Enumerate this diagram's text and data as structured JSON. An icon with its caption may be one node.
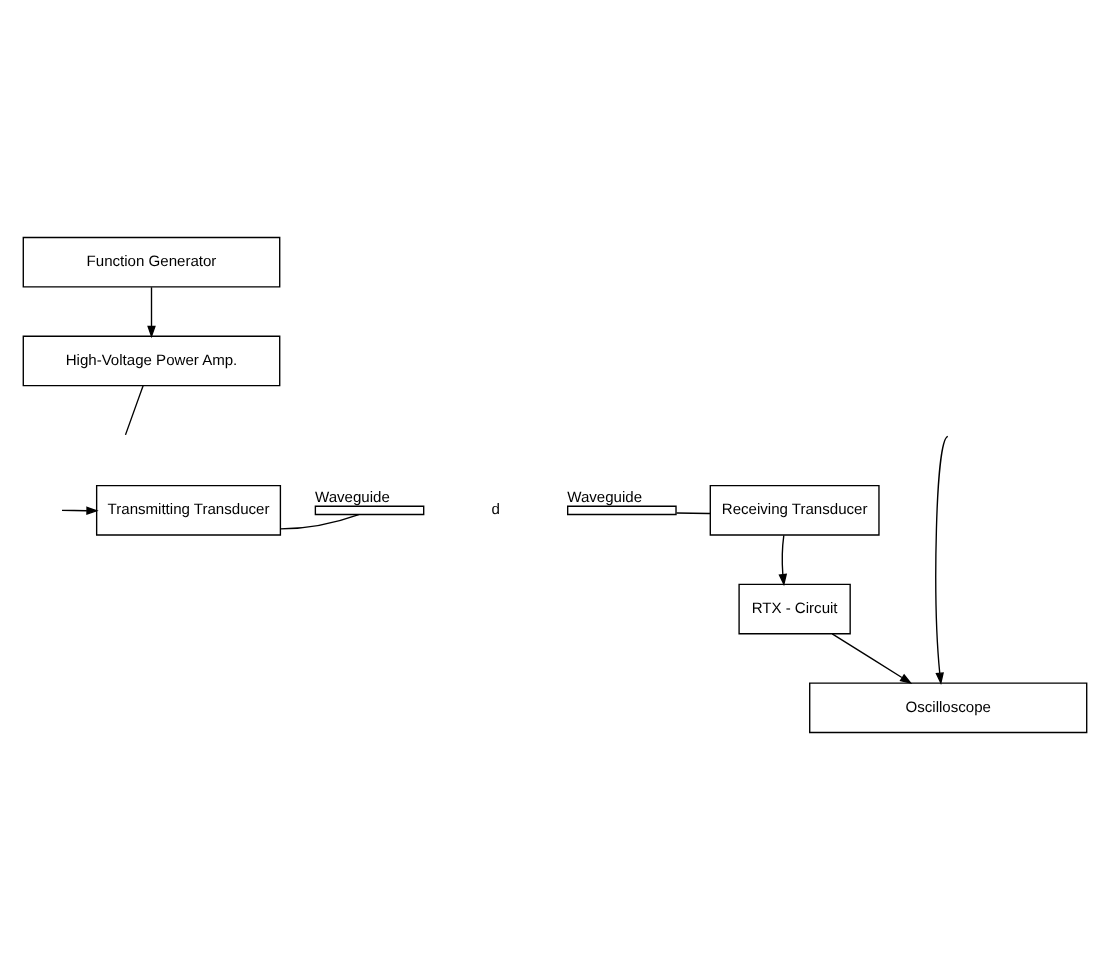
{
  "diagram": {
    "nodes": [
      {
        "text": [
          "Function Generator"
        ]
      },
      {
        "text": [
          "High-Voltage Power Amp."
        ]
      },
      {
        "text": [
          "Transmitting Transducer"
        ]
      },
      {
        "text": [],
        "shape": "bar",
        "beside": [
          "Waveguide"
        ]
      },
      {
        "text": [],
        "shape": "bar",
        "beside": [
          "Waveguide"
        ]
      },
      {
        "text": [
          "Receiving Transducer"
        ]
      },
      {
        "text": [
          "RTX - Circuit"
        ]
      },
      {
        "text": [
          "Oscilloscope"
        ]
      }
    ],
    "edges": [
      {
        "from": 0,
        "to": 1,
        "arrow": "to"
      },
      {
        "from": 1,
        "to": null,
        "arrow": "none"
      },
      {
        "from": null,
        "to": 2,
        "arrow": "to"
      },
      {
        "from": 2,
        "to": 3,
        "arrow": "none"
      },
      {
        "from": 4,
        "to": 5,
        "arrow": "none"
      },
      {
        "from": 5,
        "to": 6,
        "arrow": "to"
      },
      {
        "from": null,
        "to": 7,
        "arrow": "to"
      },
      {
        "from": 6,
        "to": 7,
        "arrow": "to"
      }
    ],
    "labels": [
      "d"
    ]
  }
}
